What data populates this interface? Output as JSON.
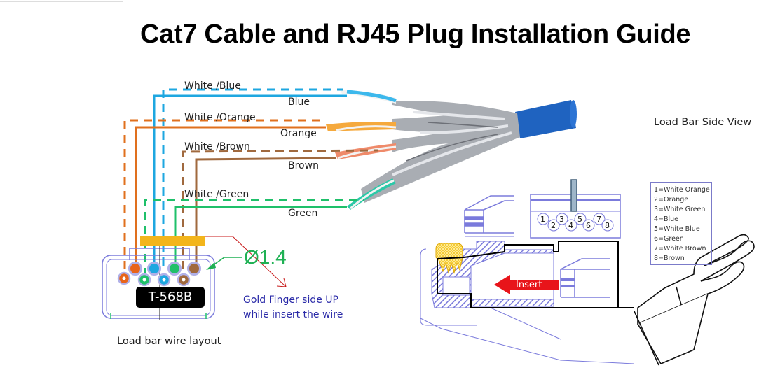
{
  "title": "Cat7 Cable and RJ45 Plug Installation Guide",
  "wires": [
    {
      "label": "White /Blue",
      "color": "#1ea7e0",
      "style": "dashed"
    },
    {
      "label": "Blue",
      "color": "#1ea7e0",
      "style": "solid"
    },
    {
      "label": "White /Orange",
      "color": "#e0701e",
      "style": "dashed"
    },
    {
      "label": "Orange",
      "color": "#e0701e",
      "style": "solid"
    },
    {
      "label": "White /Brown",
      "color": "#a0693e",
      "style": "dashed"
    },
    {
      "label": "Brown",
      "color": "#a0693e",
      "style": "solid"
    },
    {
      "label": "White /Green",
      "color": "#1fc06a",
      "style": "dashed"
    },
    {
      "label": "Green",
      "color": "#1fc06a",
      "style": "solid"
    }
  ],
  "load_bar": {
    "standard": "T-568B",
    "caption": "Load bar wire layout",
    "diameter": "Ø1.4"
  },
  "note": {
    "line1": "Gold Finger side UP",
    "line2": "while insert the wire"
  },
  "side_view_label": "Load Bar Side View",
  "pin_numbers": [
    "1",
    "2",
    "3",
    "4",
    "5",
    "6",
    "7",
    "8"
  ],
  "pinout_legend": [
    "1=White Orange",
    "2=Orange",
    "3=White Green",
    "4=Blue",
    "5=White Blue",
    "6=Green",
    "7=White Brown",
    "8=Brown"
  ],
  "insert_label": "Insert",
  "colors": {
    "blue": "#1ea7e0",
    "orange": "#e0701e",
    "brown": "#a0693e",
    "green": "#1fc06a",
    "cable_jacket": "#1f63c0",
    "drawing_lines": "#7b7bdc",
    "gold": "#f3c21b",
    "arrow_red": "#e8141a",
    "note_text": "#2a2aa8"
  }
}
